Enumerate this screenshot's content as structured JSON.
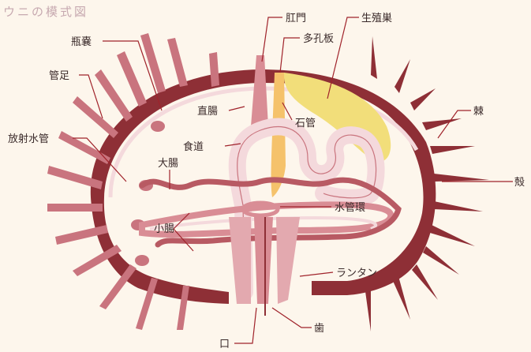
{
  "diagram": {
    "title": "ウニの模式図",
    "colors": {
      "background": "#fdf6ec",
      "shell": "#8e2f36",
      "spine": "#c9747e",
      "organ_light": "#f4d9dc",
      "organ_mid": "#d98d95",
      "gonad": "#f2de7a",
      "stone_canal": "#f5c26b",
      "leader": "#a0232b"
    },
    "labels": {
      "anus": "肛門",
      "madreporite": "多孔板",
      "gonad": "生殖巣",
      "ampulla": "瓶嚢",
      "tube_foot": "管足",
      "rectum": "直腸",
      "stone_canal": "石管",
      "spine": "棘",
      "radial_canal": "放射水管",
      "esophagus": "食道",
      "large_intestine": "大腸",
      "test": "殻",
      "ring_canal": "水管環",
      "small_intestine": "小腸",
      "lantern": "ランタン",
      "tooth": "歯",
      "mouth": "口"
    }
  }
}
